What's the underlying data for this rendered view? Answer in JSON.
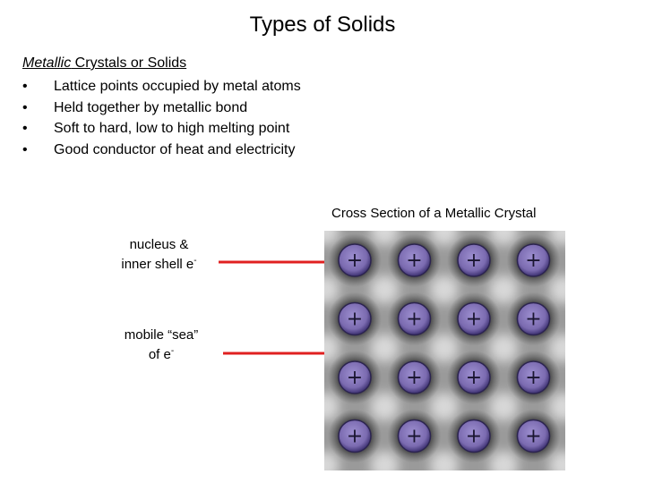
{
  "title": "Types of Solids",
  "section": {
    "heading_em": "Metallic",
    "heading_rest": " Crystals or Solids",
    "bullet_glyph": "•",
    "bullets": [
      "Lattice points occupied by metal atoms",
      "Held together by metallic bond",
      "Soft to hard, low to high melting point",
      "Good conductor of heat and electricity"
    ]
  },
  "diagram": {
    "caption": "Cross Section of a Metallic Crystal",
    "nucleus_label_line1": "nucleus &",
    "nucleus_label_line2": "inner shell e",
    "nucleus_label_sup": "-",
    "sea_label_line1": "mobile “sea”",
    "sea_label_line2": "of e",
    "sea_label_sup": "-",
    "ion_symbol": "+",
    "ion_rows": 4,
    "ion_cols": 4,
    "colors": {
      "arrow": "#e02020",
      "ion_fill": "#7b6bb0",
      "ion_ring": "#2c2450",
      "sea": "#9a9a9a"
    }
  }
}
